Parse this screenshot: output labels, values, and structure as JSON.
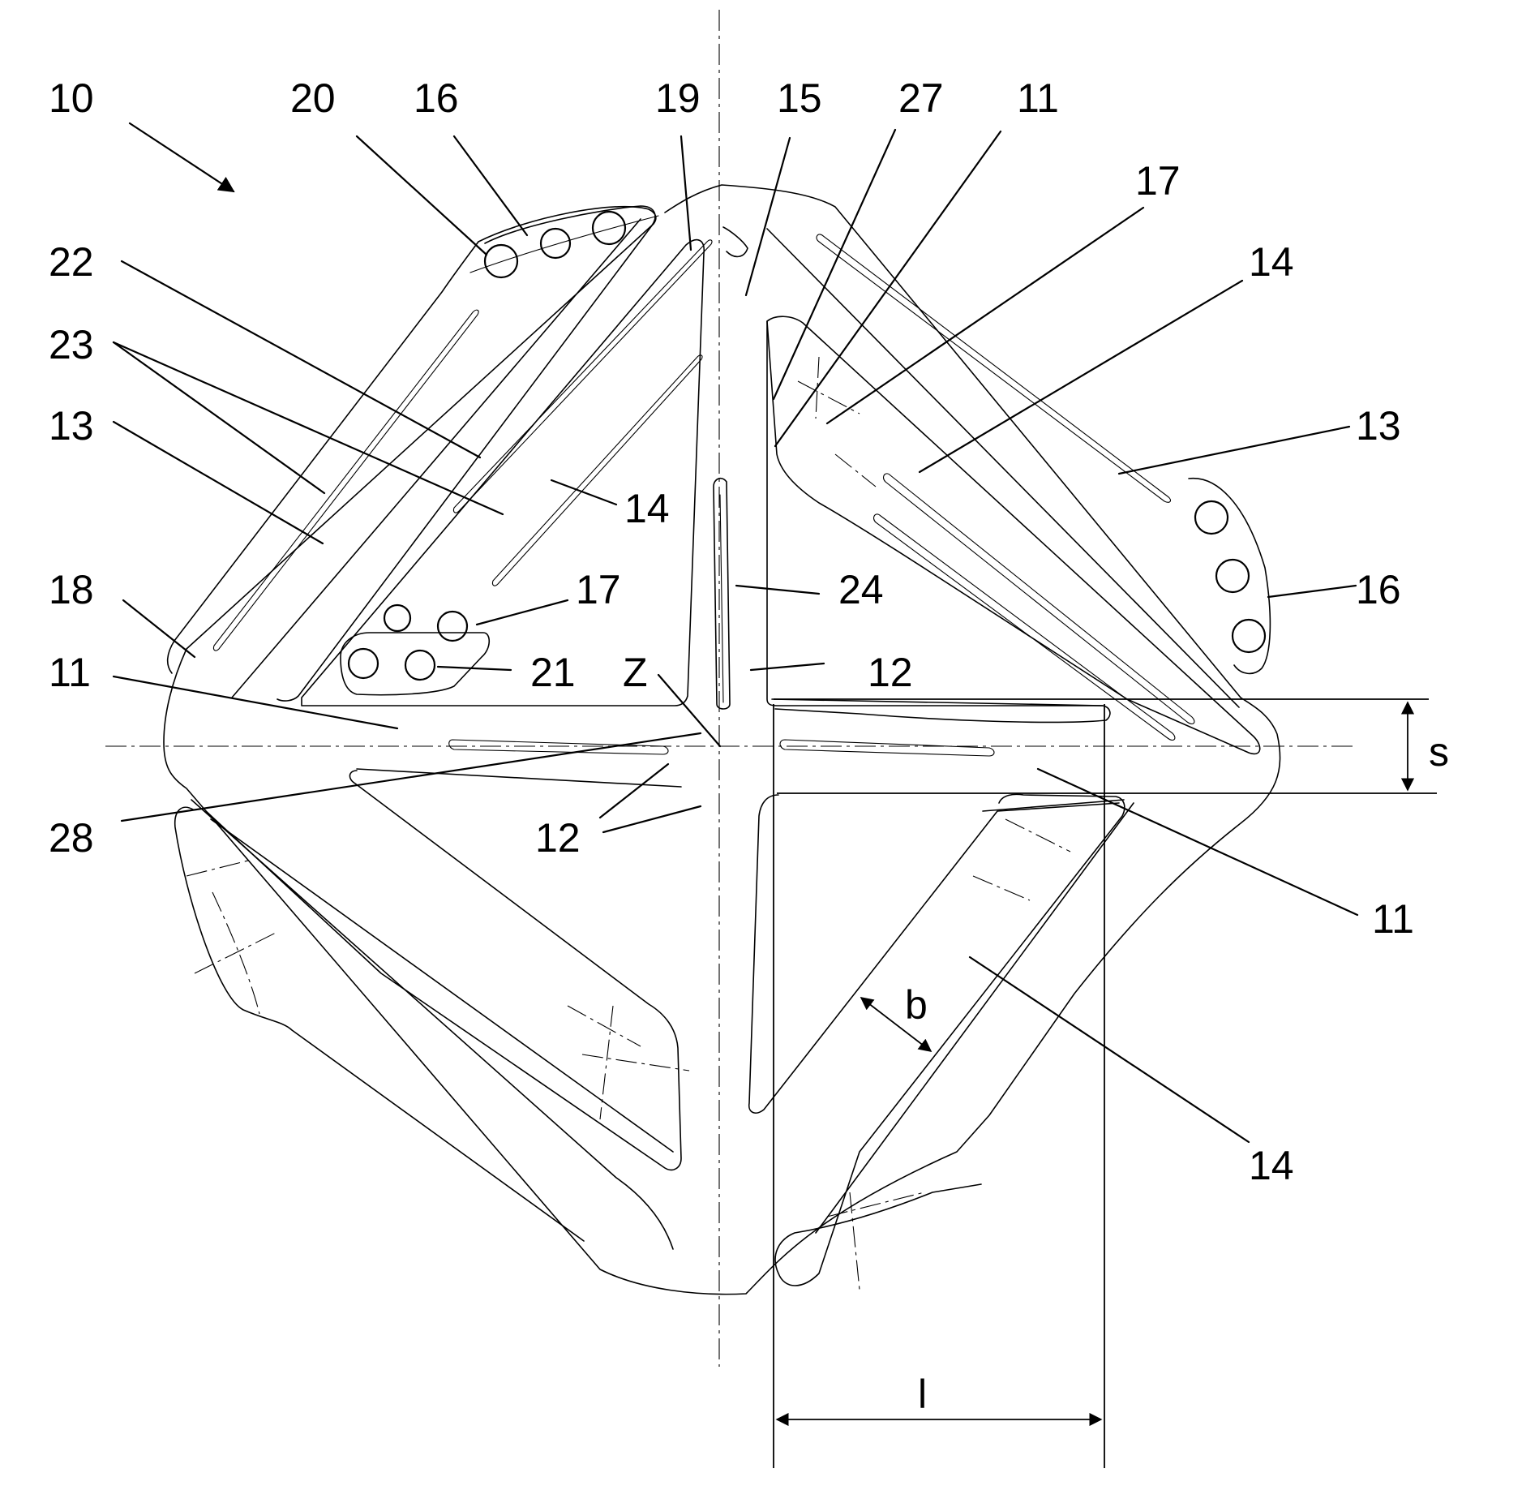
{
  "figure": {
    "reference_labels": [
      "10",
      "20",
      "16",
      "19",
      "15",
      "27",
      "11",
      "17",
      "22",
      "14",
      "23",
      "13",
      "13",
      "14",
      "16",
      "18",
      "17",
      "24",
      "11",
      "21",
      "Z",
      "12",
      "s",
      "28",
      "12",
      "11",
      "b",
      "14",
      "l"
    ]
  }
}
